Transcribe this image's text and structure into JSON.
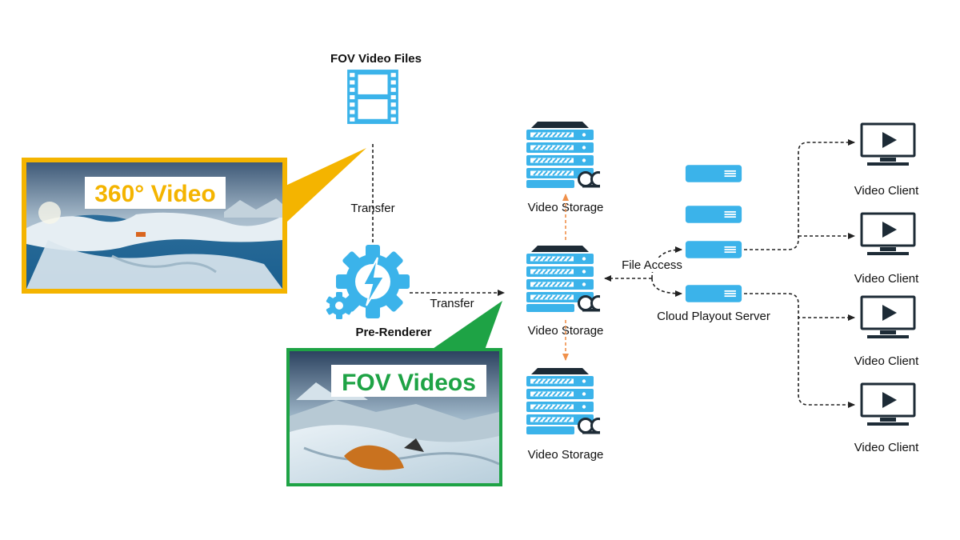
{
  "labels": {
    "fov_video_files": "FOV Video Files",
    "transfer_down": "Transfer",
    "transfer_right": "Transfer",
    "pre_renderer": "Pre-Renderer",
    "video_storage_top": "Video Storage",
    "video_storage_mid": "Video Storage",
    "video_storage_bottom": "Video Storage",
    "file_access": "File Access",
    "cloud_playout_server": "Cloud Playout Server",
    "video_client_1": "Video Client",
    "video_client_2": "Video Client",
    "video_client_3": "Video Client",
    "video_client_4": "Video Client"
  },
  "callouts": {
    "video_360": "360° Video",
    "fov_videos": "FOV Videos"
  },
  "colors": {
    "icon_blue": "#3bb3ea",
    "icon_dark": "#1d2b36",
    "arrow_black": "#222222",
    "arrow_orange": "#f0904a",
    "callout_yellow": "#f4b400",
    "callout_green": "#1ea345",
    "pre_renderer_red": "#e8251f"
  },
  "icons": {
    "film": "film-strip-icon",
    "gear": "gear-lightning-icon",
    "storage": "server-stack-icon",
    "server": "server-unit-icon",
    "client": "monitor-play-icon"
  }
}
